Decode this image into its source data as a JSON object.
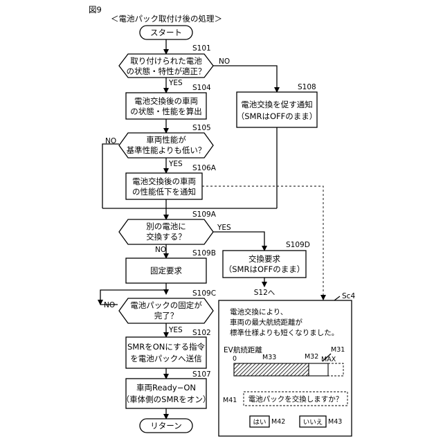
{
  "figure_label": "図9",
  "title": "＜電池パック取付け後の処理＞",
  "start": "スタート",
  "return": "リターン",
  "steps": {
    "s101": {
      "id": "S101",
      "line1": "取り付けられた電池",
      "line2": "の状態・特性が適正？"
    },
    "s104": {
      "id": "S104",
      "line1": "電池交換後の車両",
      "line2": "の状態・性能を算出"
    },
    "s105": {
      "id": "S105",
      "line1": "車両性能が",
      "line2": "基準性能よりも低い？"
    },
    "s106a": {
      "id": "S106A",
      "line1": "電池交換後の車両",
      "line2": "の性能低下を通知"
    },
    "s108": {
      "id": "S108",
      "line1": "電池交換を促す通知",
      "line2": "（SMRはOFFのまま）"
    },
    "s109a": {
      "id": "S109A",
      "line1": "別の電池に",
      "line2": "交換する？"
    },
    "s109b": {
      "id": "S109B",
      "line1": "固定要求"
    },
    "s109d": {
      "id": "S109D",
      "line1": "交換要求",
      "line2": "（SMRはOFFのまま）"
    },
    "s12": "S12へ",
    "s109c": {
      "id": "S109C",
      "line1": "電池パックの固定が",
      "line2": "完了？"
    },
    "s102": {
      "id": "S102",
      "line1": "SMRをONにする指令",
      "line2": "を電池パックへ送信"
    },
    "s107": {
      "id": "S107",
      "line1": "車両Ready−ON",
      "line2": "（車体側のSMRをオン）"
    }
  },
  "labels": {
    "yes": "YES",
    "no": "NO"
  },
  "screen": {
    "id": "Sc4",
    "message1": "電池交換により、",
    "message2": "車両の最大航続距離が",
    "message3": "標準仕様よりも短くなりました。",
    "range_label": "EV航続距離",
    "zero": "0",
    "max": "MAX",
    "m31": "M31",
    "m32": "M32",
    "m33": "M33",
    "m41": "M41",
    "question": "電池パックを交換しますか？",
    "yes_button": "はい",
    "no_button": "いいえ",
    "m42": "M42",
    "m43": "M43"
  }
}
